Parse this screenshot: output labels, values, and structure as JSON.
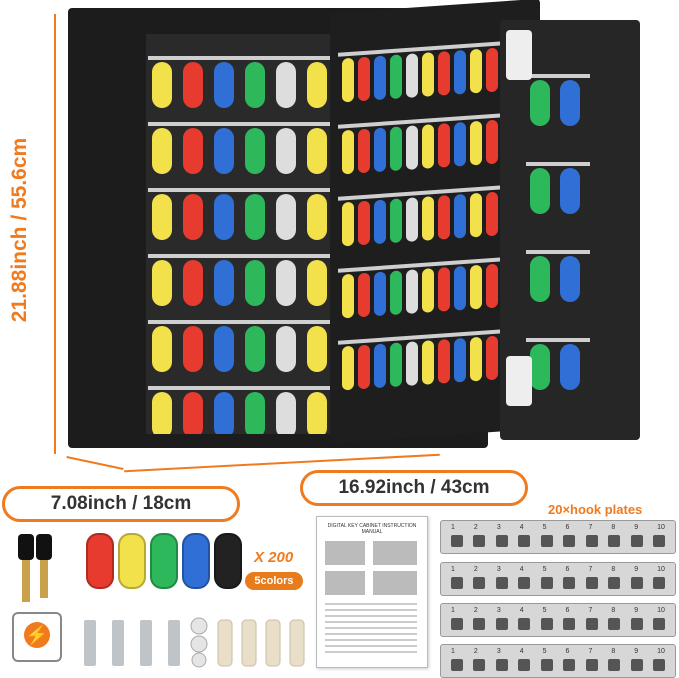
{
  "dimensions": {
    "height_label": "21.88inch / 55.6cm",
    "width_label": "16.92inch / 43cm",
    "depth_label": "7.08inch / 18cm"
  },
  "accessories": {
    "tags_count": "X 200",
    "tags_colors": "5colors",
    "hook_plates": "20×hook plates",
    "manual_title": "DIGITAL KEY CABINET INSTRUCTION MANUAL"
  },
  "colors": {
    "accent": "#f07a1e",
    "cabinet": "#1c1c1c",
    "tag_colors": [
      "#e63b2e",
      "#f2e14a",
      "#2eb85c",
      "#2f6fd6",
      "#222222"
    ]
  }
}
